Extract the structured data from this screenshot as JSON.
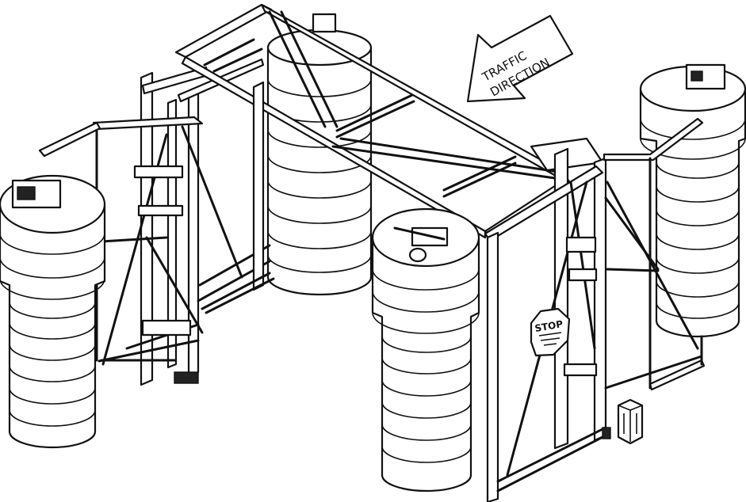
{
  "arrow_sign": {
    "line1": "TRAFFIC",
    "line2": "DIRECTION"
  },
  "stop_sign": {
    "label": "STOP"
  },
  "colors": {
    "ink": "#111111",
    "paper": "#ffffff"
  }
}
